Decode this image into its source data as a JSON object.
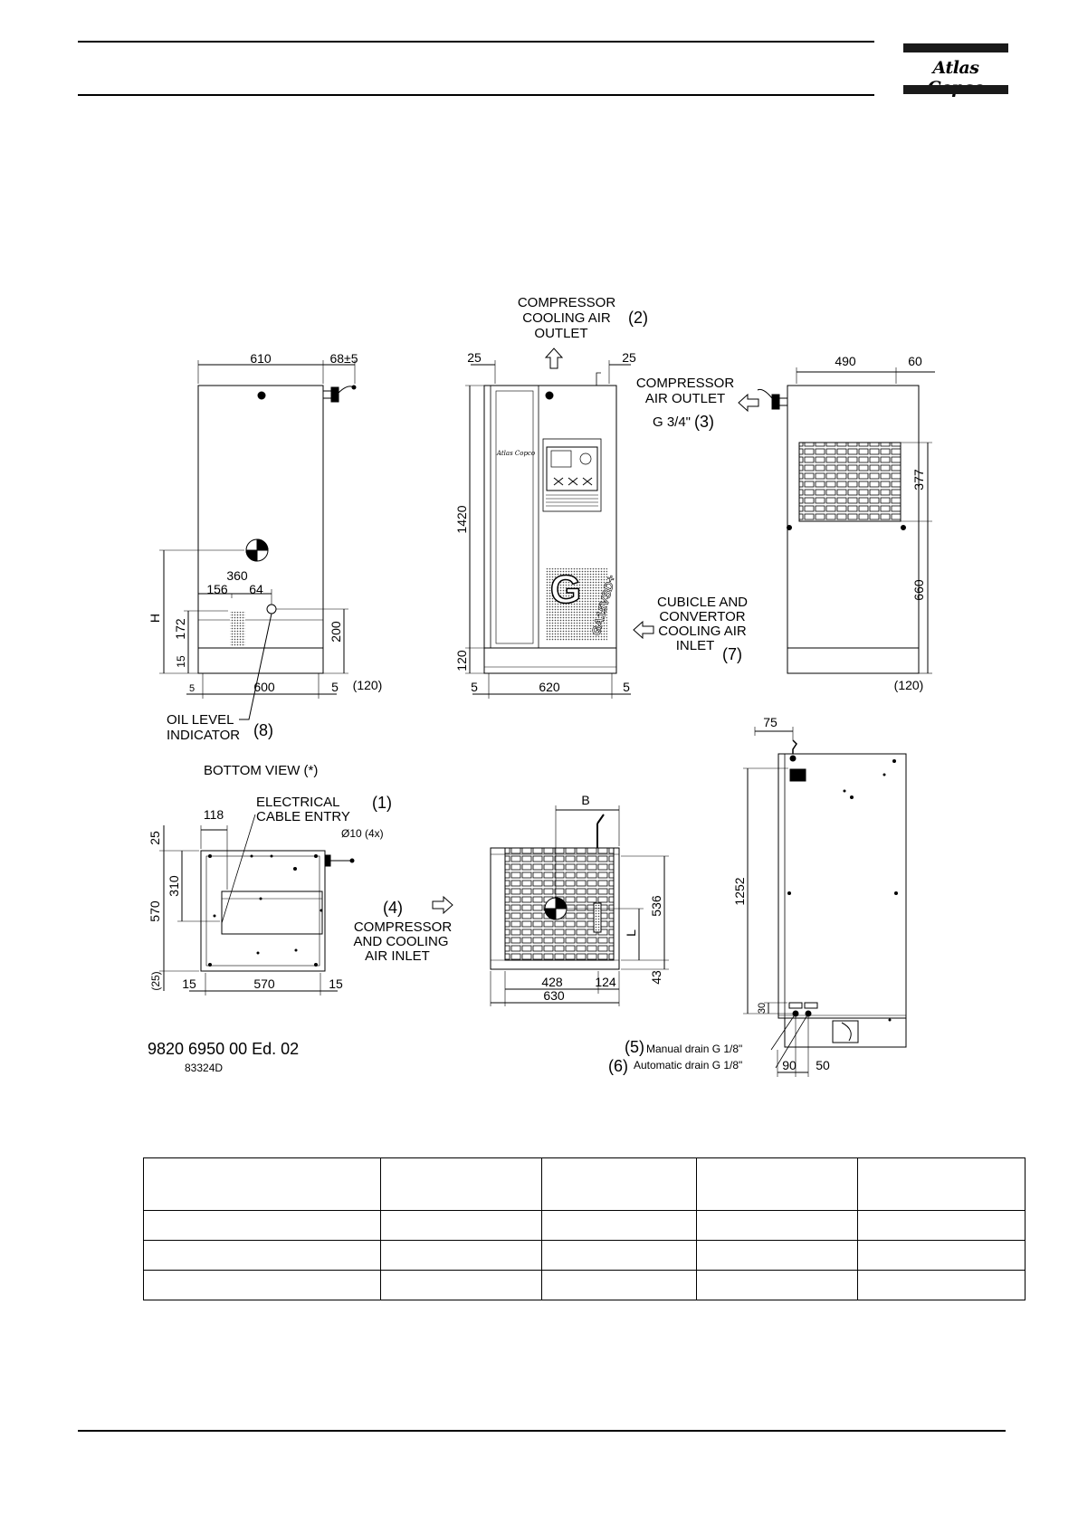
{
  "header": {
    "logo_text": "Atlas Copco"
  },
  "drawing": {
    "labels": {
      "cooling_outlet_l1": "COMPRESSOR",
      "cooling_outlet_l2": "COOLING AIR",
      "cooling_outlet_l3": "OUTLET",
      "cooling_outlet_ref": "(2)",
      "air_outlet_l1": "COMPRESSOR",
      "air_outlet_l2": "AIR OUTLET",
      "air_outlet_thread": "G 3/4\"",
      "air_outlet_ref": "(3)",
      "cubicle_l1": "CUBICLE AND",
      "cubicle_l2": "CONVERTOR",
      "cubicle_l3": "COOLING AIR",
      "cubicle_l4": "INLET",
      "cubicle_ref": "(7)",
      "oil_l1": "OIL LEVEL",
      "oil_l2": "INDICATOR",
      "oil_ref": "(8)",
      "bottom_view": "BOTTOM VIEW (*)",
      "elec_l1": "ELECTRICAL",
      "elec_l2": "CABLE ENTRY",
      "elec_ref": "(1)",
      "holes": "Ø10 (4x)",
      "inlet_ref": "(4)",
      "inlet_l1": "COMPRESSOR",
      "inlet_l2": "AND COOLING",
      "inlet_l3": "AIR INLET",
      "manual_ref": "(5)",
      "manual_drain": "Manual drain G 1/8\"",
      "auto_ref": "(6)",
      "auto_drain": "Automatic drain G 1/8\"",
      "doc_number": "9820 6950 00 Ed. 02",
      "drawing_number": "83324D",
      "brand_small": "Atlas Copco",
      "big_g": "G",
      "model_text": "GA15VSD+"
    },
    "dims": {
      "d610": "610",
      "d68": "68±5",
      "d360": "360",
      "d156": "156",
      "d64": "64",
      "dH": "H",
      "d172": "172",
      "d15a": "15",
      "d200": "200",
      "d120a": "(120)",
      "d5a": "5",
      "d600": "600",
      "d5b": "5",
      "d25a": "25",
      "d25b": "25",
      "d1420": "1420",
      "d120b": "120",
      "d5c": "5",
      "d620": "620",
      "d5d": "5",
      "d490": "490",
      "d60": "60",
      "d377": "377",
      "d660": "660",
      "d120c": "(120)",
      "d118": "118",
      "d25c": "25",
      "d310": "310",
      "d570a": "570",
      "d25d": "(25)",
      "d15b": "15",
      "d570b": "570",
      "d15c": "15",
      "dB": "B",
      "d536": "536",
      "dL": "L",
      "d43": "43",
      "d428": "428",
      "d124": "124",
      "d630": "630",
      "d75": "75",
      "d1252": "1252",
      "d30": "30",
      "d90": "90",
      "d50": "50"
    }
  },
  "table": {
    "header": [
      "",
      "",
      "",
      "",
      ""
    ],
    "rows": [
      [
        "",
        "",
        "",
        "",
        ""
      ],
      [
        "",
        "",
        "",
        "",
        ""
      ],
      [
        "",
        "",
        "",
        "",
        ""
      ]
    ]
  }
}
